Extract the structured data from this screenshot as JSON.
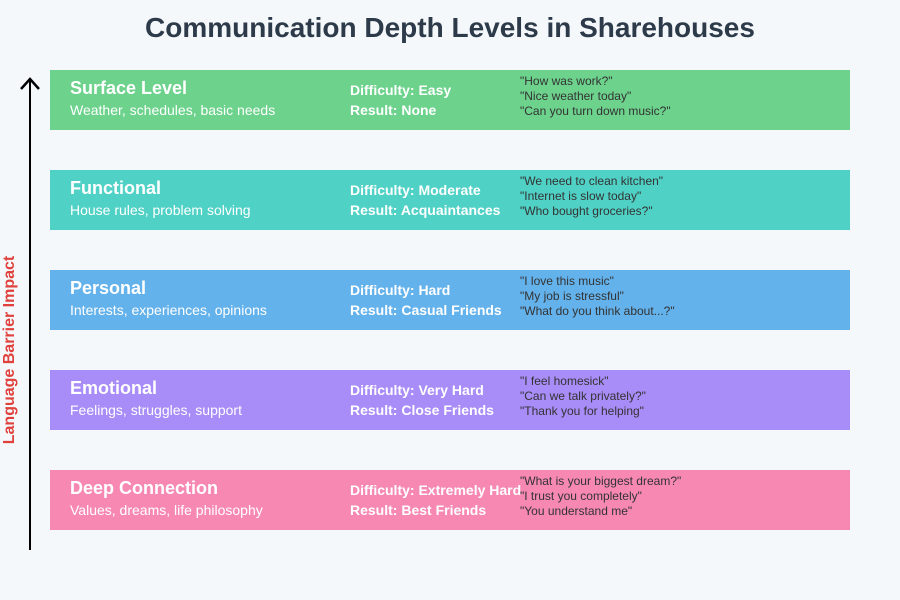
{
  "title": "Communication Depth Levels in Sharehouses",
  "axis_label": "Language Barrier Impact",
  "levels": [
    {
      "name": "Surface Level",
      "description": "Weather, schedules, basic needs",
      "difficulty": "Difficulty: Easy",
      "result": "Result: None",
      "color": "#6cd28c",
      "examples": [
        "\"How was work?\"",
        "\"Nice weather today\"",
        "\"Can you turn down music?\""
      ]
    },
    {
      "name": "Functional",
      "description": "House rules, problem solving",
      "difficulty": "Difficulty: Moderate",
      "result": "Result: Acquaintances",
      "color": "#4fd1c5",
      "examples": [
        "\"We need to clean kitchen\"",
        "\"Internet is slow today\"",
        "\"Who bought groceries?\""
      ]
    },
    {
      "name": "Personal",
      "description": "Interests, experiences, opinions",
      "difficulty": "Difficulty: Hard",
      "result": "Result: Casual Friends",
      "color": "#64b2eb",
      "examples": [
        "\"I love this music\"",
        "\"My job is stressful\"",
        "\"What do you think about...?\""
      ]
    },
    {
      "name": "Emotional",
      "description": "Feelings, struggles, support",
      "difficulty": "Difficulty: Very Hard",
      "result": "Result: Close Friends",
      "color": "#a88cf8",
      "examples": [
        "\"I feel homesick\"",
        "\"Can we talk privately?\"",
        "\"Thank you for helping\""
      ]
    },
    {
      "name": "Deep Connection",
      "description": "Values, dreams, life philosophy",
      "difficulty": "Difficulty: Extremely Hard",
      "result": "Result: Best Friends",
      "color": "#f688b2",
      "examples": [
        "\"What is your biggest dream?\"",
        "\"I trust you completely\"",
        "\"You understand me\""
      ]
    }
  ]
}
